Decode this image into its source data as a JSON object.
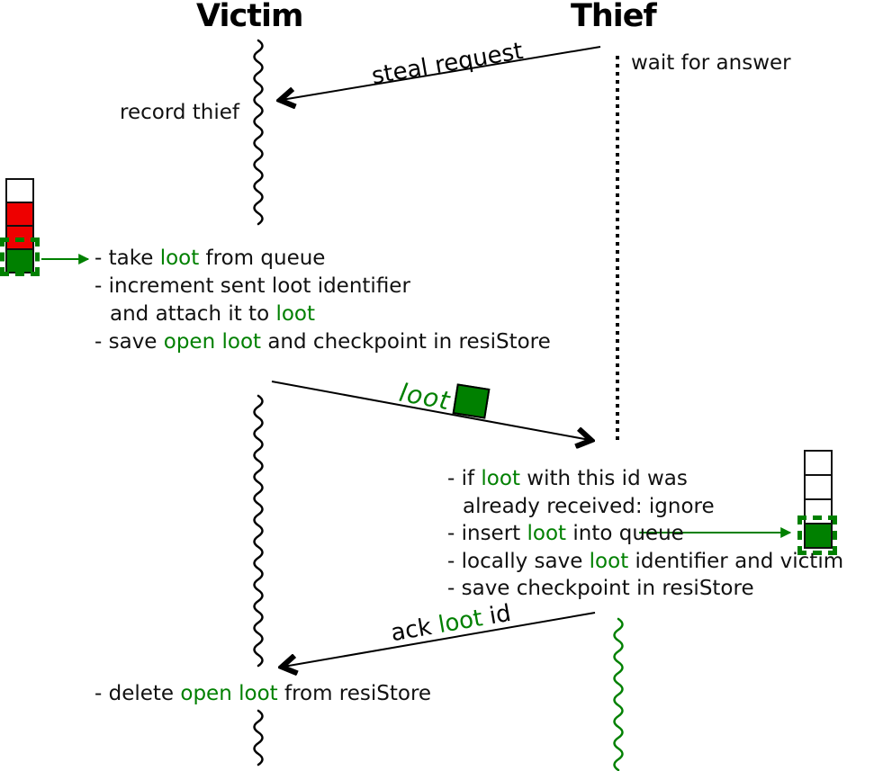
{
  "colors": {
    "green": "#008000",
    "red": "#ee0000",
    "cell_white": "#ffffff",
    "line_black": "#000000"
  },
  "actors": {
    "victim": "Victim",
    "thief": "Thief"
  },
  "annotations": {
    "record_thief": "record thief",
    "wait_for_answer": "wait for answer"
  },
  "messages": {
    "steal_request": {
      "label": "steal request"
    },
    "loot": {
      "label": "loot"
    },
    "ack": {
      "segments": [
        {
          "t": "ack "
        },
        {
          "t": "loot",
          "g": true
        },
        {
          "t": " id"
        }
      ]
    }
  },
  "victim_steps": {
    "lines": [
      {
        "segments": [
          {
            "t": "- take "
          },
          {
            "t": "loot",
            "g": true
          },
          {
            "t": " from queue"
          }
        ]
      },
      {
        "segments": [
          {
            "t": "- increment sent loot identifier"
          }
        ]
      },
      {
        "segments": [
          {
            "t": "and attach it to "
          },
          {
            "t": "loot",
            "g": true
          }
        ]
      },
      {
        "segments": [
          {
            "t": "- save "
          },
          {
            "t": "open loot",
            "g": true
          },
          {
            "t": " and checkpoint in resiStore"
          }
        ]
      }
    ]
  },
  "thief_steps": {
    "lines": [
      {
        "segments": [
          {
            "t": "- if "
          },
          {
            "t": "loot",
            "g": true
          },
          {
            "t": " with this id was"
          }
        ]
      },
      {
        "segments": [
          {
            "t": "already received: ignore"
          }
        ]
      },
      {
        "segments": [
          {
            "t": "- insert "
          },
          {
            "t": "loot",
            "g": true
          },
          {
            "t": " into queue"
          }
        ]
      },
      {
        "segments": [
          {
            "t": "- locally save "
          },
          {
            "t": "loot",
            "g": true
          },
          {
            "t": " identifier and victim"
          }
        ]
      },
      {
        "segments": [
          {
            "t": "- save checkpoint in resiStore"
          }
        ]
      }
    ]
  },
  "victim_final_step": {
    "segments": [
      {
        "t": "- delete "
      },
      {
        "t": "open loot",
        "g": true
      },
      {
        "t": " from resiStore"
      }
    ]
  },
  "queues": {
    "victim_queue": {
      "cells": [
        "#ffffff",
        "#ee0000",
        "#ee0000",
        "#008000"
      ]
    },
    "thief_queue": {
      "cells": [
        "#ffffff",
        "#ffffff",
        "#ffffff",
        "#008000"
      ]
    }
  }
}
